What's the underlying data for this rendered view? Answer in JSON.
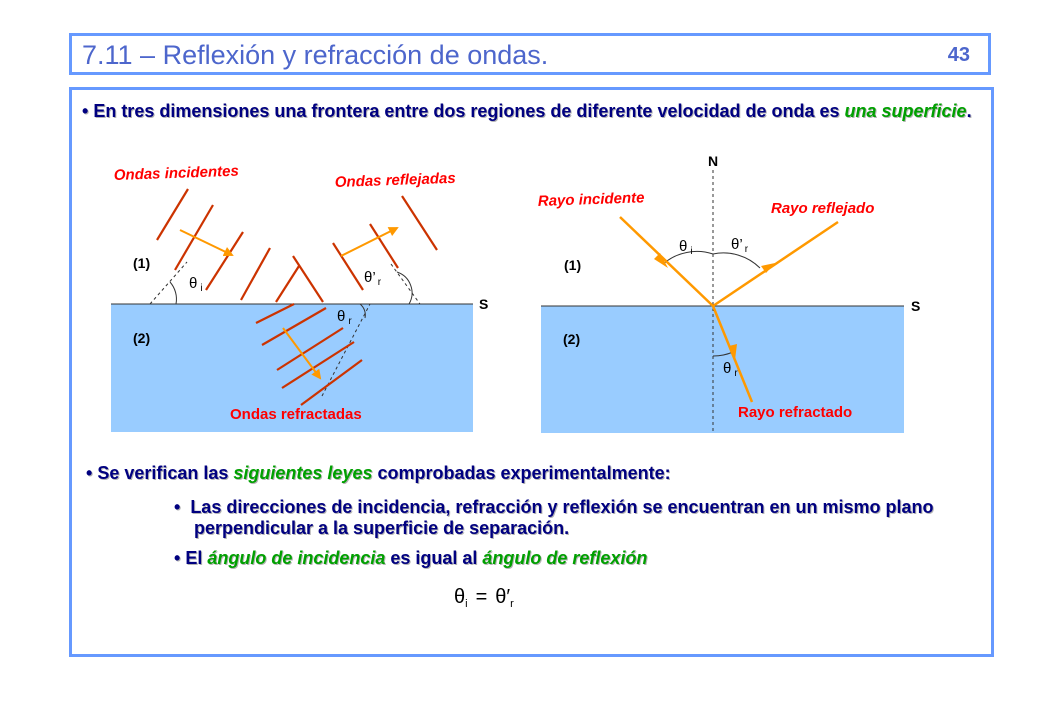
{
  "slide": {
    "title": "7.11 – Reflexión y refracción de ondas.",
    "page_number": "43"
  },
  "bullet1": {
    "prefix": "En tres dimensiones una frontera entre dos regiones de diferente velocidad de onda es ",
    "emphasis": "una superficie",
    "suffix": "."
  },
  "left_diagram": {
    "label_incident": "Ondas incidentes",
    "label_reflected": "Ondas reflejadas",
    "label_refracted": "Ondas refractadas",
    "region1": "(1)",
    "region2": "(2)",
    "surface": "S",
    "theta_i": "θ",
    "sub_i": "i",
    "theta_r_prime": "θ’",
    "sub_r_prime": "r",
    "theta_r": "θ",
    "sub_r": "r"
  },
  "right_diagram": {
    "normal": "N",
    "label_incident": "Rayo incidente",
    "label_reflected": "Rayo reflejado",
    "label_refracted": "Rayo refractado",
    "region1": "(1)",
    "region2": "(2)",
    "surface": "S",
    "theta_i": "θ",
    "sub_i": "i",
    "theta_r_prime": "θ’",
    "sub_r_prime": "r",
    "theta_r": "θ",
    "sub_r": "r"
  },
  "bullet2": {
    "prefix": "Se verifican las ",
    "emphasis": "siguientes leyes",
    "suffix": " comprobadas experimentalmente:"
  },
  "sub_bullet1": {
    "text": "Las direcciones de incidencia, refracción y reflexión se encuentran en un mismo plano perpendicular a la superficie de separación."
  },
  "sub_bullet2": {
    "prefix": "El ",
    "emphasis1": "ángulo de incidencia",
    "middle": " es igual al ",
    "emphasis2": "ángulo de reflexión"
  },
  "equation": {
    "lhs": "θ",
    "lhs_sub": "i",
    "equals": "=",
    "rhs": "θ′",
    "rhs_sub": "r"
  },
  "colors": {
    "border": "#6699ff",
    "water": "#99ccff",
    "wave": "#cc3300",
    "arrow": "#ff9900",
    "label": "#ff0000",
    "text": "#000080",
    "emphasis": "#00a000"
  }
}
